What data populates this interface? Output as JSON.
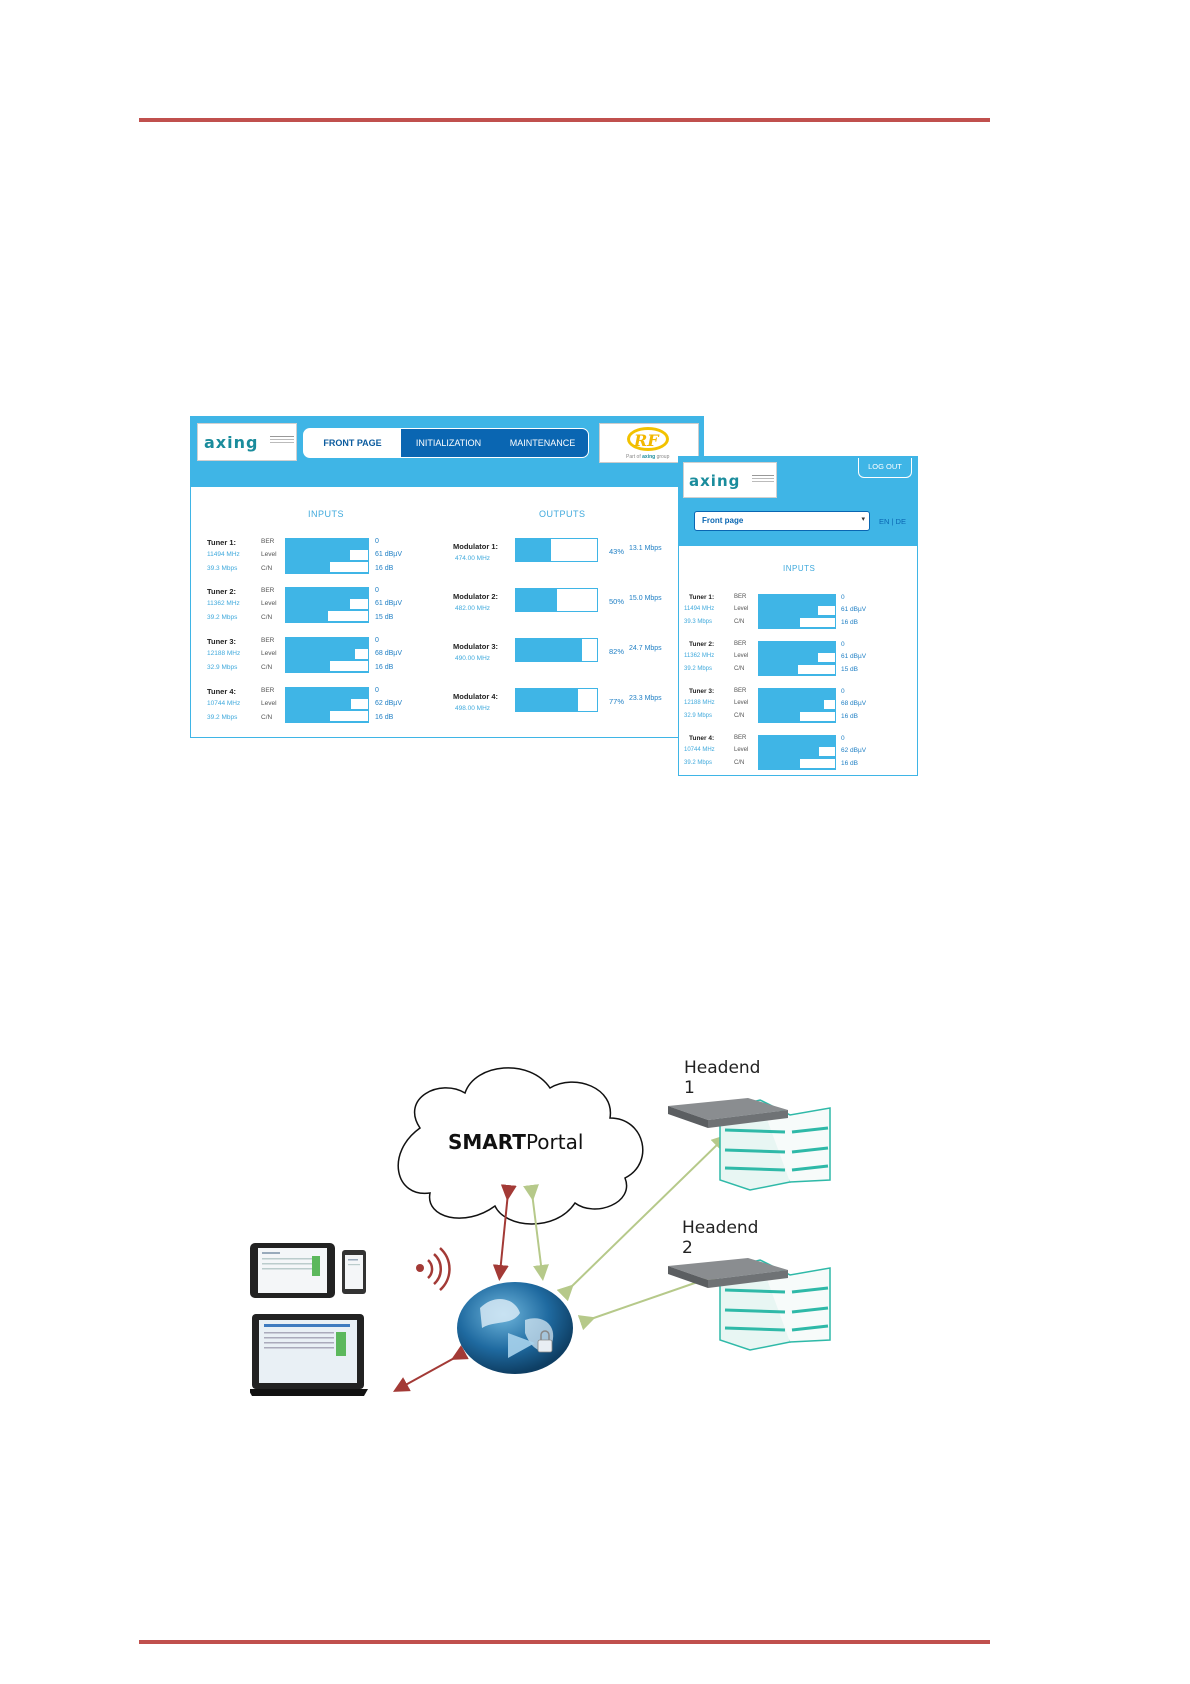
{
  "desktop": {
    "logo": "axing",
    "nav": {
      "front_page": "FRONT PAGE",
      "initialization": "INITIALIZATION",
      "maintenance": "MAINTENANCE"
    },
    "rf_logo": "RF",
    "rf_sub_prefix": "Part of",
    "rf_sub_brand": "axing",
    "rf_sub_suffix": "group",
    "inputs_title": "INPUTS",
    "outputs_title": "OUTPUTS",
    "tuners": [
      {
        "name": "Tuner 1:",
        "freq": "11494 MHz",
        "rate": "39.3 Mbps",
        "ber": "0",
        "level": "61 dBµV",
        "cn": "16 dB",
        "level_fill": 0.78,
        "cn_fill": 0.55
      },
      {
        "name": "Tuner 2:",
        "freq": "11362 MHz",
        "rate": "39.2 Mbps",
        "ber": "0",
        "level": "61 dBµV",
        "cn": "15 dB",
        "level_fill": 0.78,
        "cn_fill": 0.52
      },
      {
        "name": "Tuner 3:",
        "freq": "12188 MHz",
        "rate": "32.9 Mbps",
        "ber": "0",
        "level": "68 dBµV",
        "cn": "16 dB",
        "level_fill": 0.84,
        "cn_fill": 0.55
      },
      {
        "name": "Tuner 4:",
        "freq": "10744 MHz",
        "rate": "39.2 Mbps",
        "ber": "0",
        "level": "62 dBµV",
        "cn": "16 dB",
        "level_fill": 0.79,
        "cn_fill": 0.55
      }
    ],
    "ber_label": "BER",
    "level_label": "Level",
    "cn_label": "C/N",
    "modulators": [
      {
        "name": "Modulator 1:",
        "freq": "474.00 MHz",
        "pct": "43%",
        "rate": "13.1 Mbps",
        "fill": 0.43
      },
      {
        "name": "Modulator 2:",
        "freq": "482.00 MHz",
        "pct": "50%",
        "rate": "15.0 Mbps",
        "fill": 0.5
      },
      {
        "name": "Modulator 3:",
        "freq": "490.00 MHz",
        "pct": "82%",
        "rate": "24.7 Mbps",
        "fill": 0.82
      },
      {
        "name": "Modulator 4:",
        "freq": "498.00 MHz",
        "pct": "77%",
        "rate": "23.3 Mbps",
        "fill": 0.77
      }
    ]
  },
  "mobile": {
    "logout": "LOG OUT",
    "logo": "axing",
    "select_value": "Front page",
    "lang": "EN | DE",
    "inputs_title": "INPUTS"
  },
  "diagram": {
    "headend_1": "Headend 1",
    "headend_2": "Headend 2",
    "cloud_bold": "SMART",
    "cloud_regular": "Portal"
  },
  "colors": {
    "rule": "#c0504d",
    "ui_blue": "#3fb5e6",
    "nav_blue": "#0a66b2",
    "arrow_red": "#a33a36",
    "arrow_green": "#b6c98a",
    "building_teal": "#2fb9a8"
  }
}
